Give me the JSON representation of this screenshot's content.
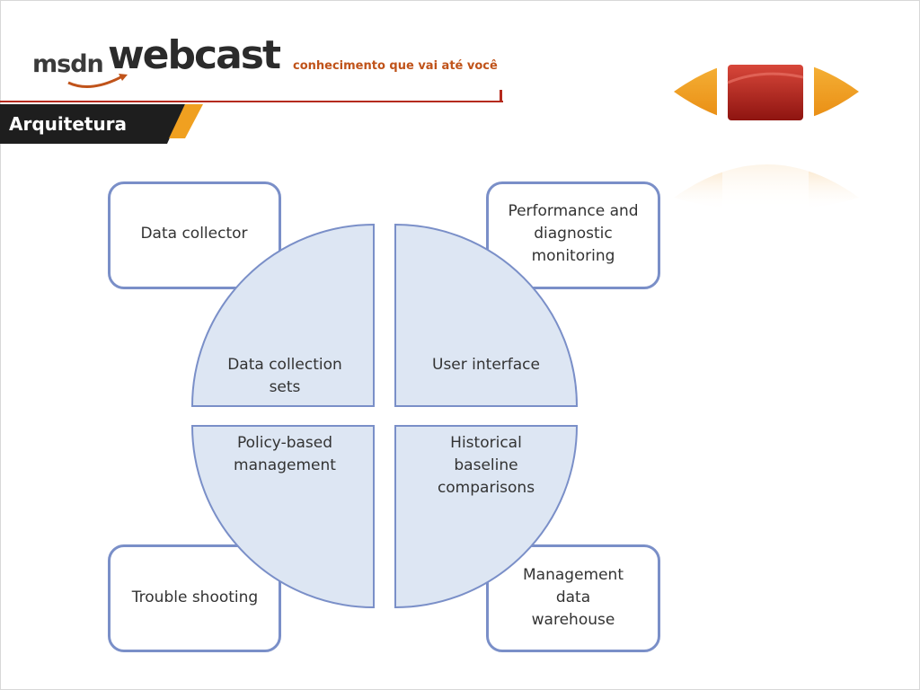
{
  "header": {
    "logo_msdn": "msdn",
    "logo_webcast": "webcast",
    "tagline": "conhecimento que vai até você",
    "section_title": "Arquitetura"
  },
  "colors": {
    "accent_orange": "#f0a020",
    "accent_red": "#b52a1d",
    "box_border": "#7a8fc8",
    "quadrant_fill": "#dde6f3"
  },
  "diagram": {
    "corner_boxes": {
      "top_left": "Data collector",
      "top_right": "Performance and\ndiagnostic\nmonitoring",
      "bottom_left": "Trouble shooting",
      "bottom_right": "Management\ndata\nwarehouse"
    },
    "quadrants": {
      "top_left": "Data collection\nsets",
      "top_right": "User interface",
      "bottom_left": "Policy-based\nmanagement",
      "bottom_right": "Historical\nbaseline\ncomparisons"
    }
  }
}
